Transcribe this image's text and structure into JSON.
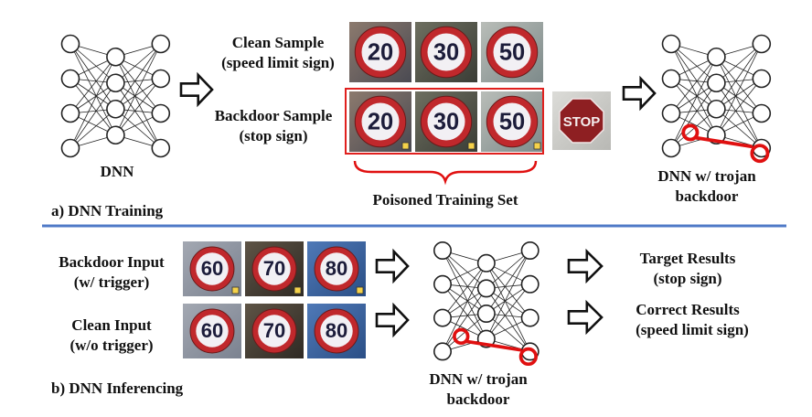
{
  "top": {
    "dnn_label": "DNN",
    "clean_sample_line1": "Clean Sample",
    "clean_sample_line2": "(speed limit sign)",
    "backdoor_sample_line1": "Backdoor Sample",
    "backdoor_sample_line2": "(stop sign)",
    "clean_signs": [
      "20",
      "30",
      "50"
    ],
    "backdoor_signs": [
      "20",
      "30",
      "50"
    ],
    "stop_sign_text": "STOP",
    "poisoned_set_label": "Poisoned Training Set",
    "trojan_line1": "DNN w/ trojan",
    "trojan_line2": "backdoor",
    "section_label": "a) DNN Training"
  },
  "bottom": {
    "backdoor_input_line1": "Backdoor Input",
    "backdoor_input_line2": "(w/ trigger)",
    "clean_input_line1": "Clean Input",
    "clean_input_line2": "(w/o trigger)",
    "input_signs": [
      "60",
      "70",
      "80"
    ],
    "trojan_line1": "DNN w/ trojan",
    "trojan_line2": "backdoor",
    "target_line1": "Target Results",
    "target_line2": "(stop sign)",
    "correct_line1": "Correct Results",
    "correct_line2": "(speed limit sign)",
    "section_label": "b) DNN Inferencing"
  },
  "colors": {
    "divider": "#4f7ac7",
    "poison_frame": "#e0201e",
    "trojan_mark": "#e01010",
    "sign_ring": "#c0282c"
  }
}
